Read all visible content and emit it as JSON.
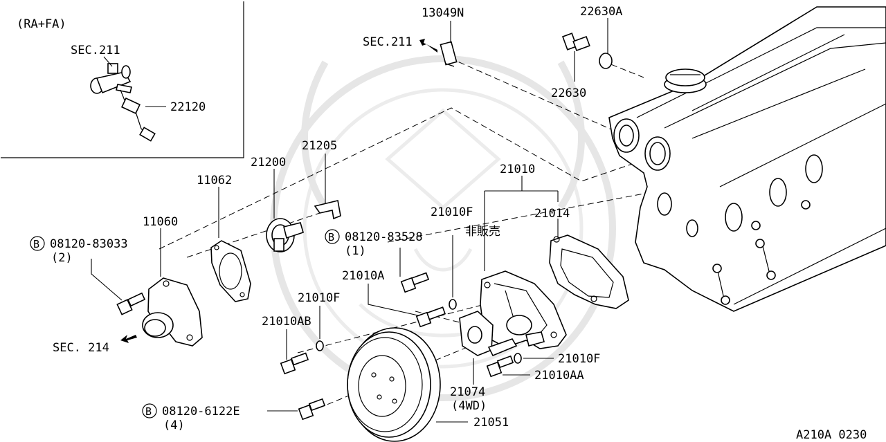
{
  "inset": {
    "variant_label": "(RA+FA)",
    "section_ref": "SEC.211",
    "sensor_part": "22120"
  },
  "refs": {
    "sec_211_top": "SEC.211",
    "sec_214": "SEC. 214",
    "not_for_sale": "非販売"
  },
  "parts": {
    "p13049N": "13049N",
    "p22630A": "22630A",
    "p22630": "22630",
    "p21205": "21205",
    "p21200": "21200",
    "p11062": "11062",
    "p11060": "11060",
    "p21010": "21010",
    "p21010F_top": "21010F",
    "p21014": "21014",
    "p21010A": "21010A",
    "p21010F_mid": "21010F",
    "p21010AB": "21010AB",
    "p21010F_right": "21010F",
    "p21010AA": "21010AA",
    "p21074": "21074",
    "p21074_note": "(4WD)",
    "p21051": "21051"
  },
  "bolts": {
    "b1_code": "08120-83033",
    "b1_qty": "(2)",
    "b2_code": "08120-83528",
    "b2_qty": "(1)",
    "b3_code": "08120-6122E",
    "b3_qty": "(4)",
    "badge": "B"
  },
  "footer": {
    "diagram_code": "A210A 0230"
  }
}
